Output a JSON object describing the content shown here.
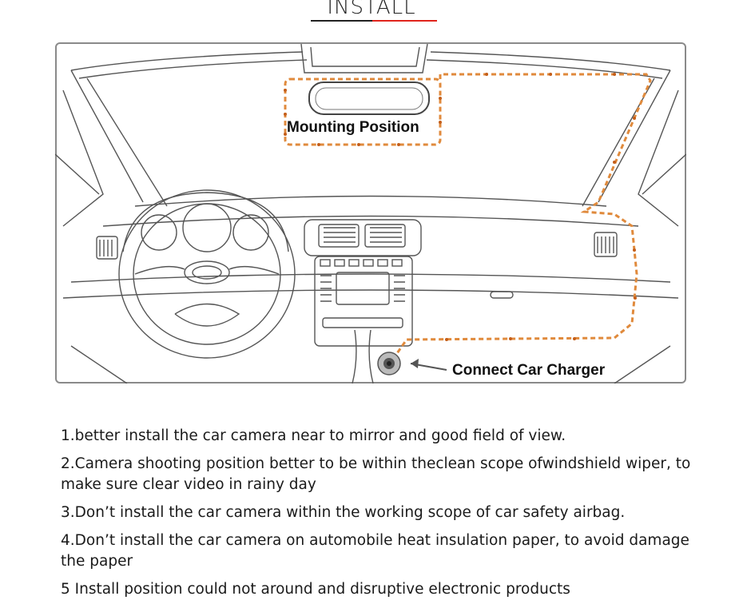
{
  "header": {
    "title": "INSTALL"
  },
  "figure": {
    "mounting_label": "Mounting Position",
    "charger_label": "Connect Car Charger"
  },
  "instructions": [
    "1.better install the car camera near to mirror and good field of view.",
    "2.Camera shooting position better to be within theclean scope ofwindshield wiper, to make sure clear video in rainy day",
    "3.Don’t install the car camera within the working scope of car safety airbag.",
    "4.Don’t install the car camera on automobile heat insulation paper,  to avoid damage the paper",
    "5 Install position could not around and disruptive electronic products"
  ],
  "colors": {
    "accent": "#e0241c",
    "cable": "#e08a3c",
    "line": "#555555"
  }
}
